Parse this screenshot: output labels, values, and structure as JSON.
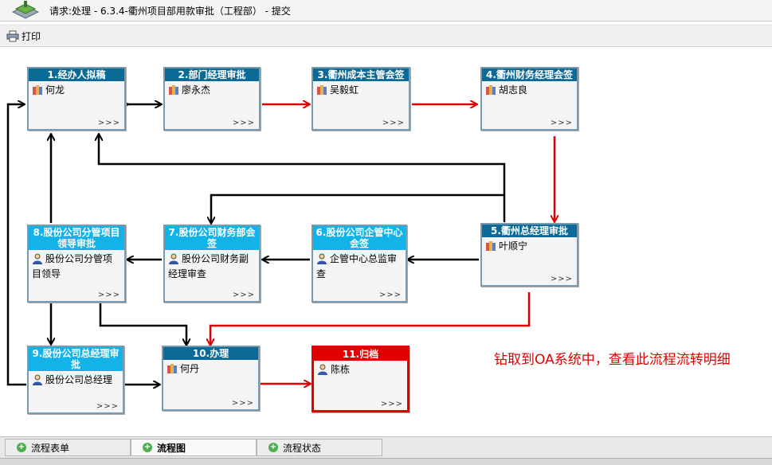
{
  "titlebar": {
    "title": "请求:处理 - 6.3.4-衢州项目部用款审批（工程部） - 提交"
  },
  "toolbar": {
    "print_label": "打印"
  },
  "nodes": [
    {
      "id": "n1",
      "title": "1.经办人拟稿",
      "person": "何龙",
      "icon": "group-icon",
      "more": ">>>"
    },
    {
      "id": "n2",
      "title": "2.部门经理审批",
      "person": "廖永杰",
      "icon": "group-icon",
      "more": ">>>"
    },
    {
      "id": "n3",
      "title": "3.衢州成本主管会签",
      "person": "吴毅虹",
      "icon": "group-icon",
      "more": ">>>"
    },
    {
      "id": "n4",
      "title": "4.衢州财务经理会签",
      "person": "胡志良",
      "icon": "group-icon",
      "more": ">>>"
    },
    {
      "id": "n5",
      "title": "5.衢州总经理审批",
      "person": "叶顺宁",
      "icon": "group-icon",
      "more": ">>>"
    },
    {
      "id": "n6",
      "title": "6.股份公司企管中心会签",
      "person": "企管中心总监审查",
      "icon": "user-icon",
      "more": ">>>"
    },
    {
      "id": "n7",
      "title": "7.股份公司财务部会签",
      "person": "股份公司财务副经理审查",
      "icon": "user-icon",
      "more": ">>>"
    },
    {
      "id": "n8",
      "title": "8.股份公司分管项目领导审批",
      "person": "股份公司分管项目领导",
      "icon": "user-icon",
      "more": ">>>"
    },
    {
      "id": "n9",
      "title": "9.股份公司总经理审批",
      "person": "股份公司总经理",
      "icon": "user-icon",
      "more": ">>>"
    },
    {
      "id": "n10",
      "title": "10.办理",
      "person": "何丹",
      "icon": "group-icon",
      "more": ">>>"
    },
    {
      "id": "n11",
      "title": "11.归档",
      "person": "陈栋",
      "icon": "user-icon",
      "more": ">>>"
    }
  ],
  "note": "钻取到OA系统中，查看此流程流转明细",
  "tabs": [
    {
      "label": "流程表单",
      "active": false
    },
    {
      "label": "流程图",
      "active": true
    },
    {
      "label": "流程状态",
      "active": false
    }
  ],
  "colors": {
    "header_dark": "#0b6a96",
    "header_light": "#13b3e8",
    "active_red": "#e00000",
    "line_black": "#000000"
  }
}
